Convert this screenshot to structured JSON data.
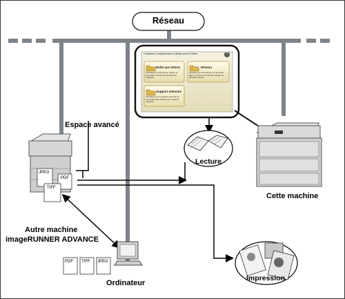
{
  "labels": {
    "network": "Réseau",
    "advanced_space": "Espace avancé",
    "this_machine": "Cette machine",
    "other_machine_line1": "Autre machine",
    "other_machine_line2": "imageRUNNER ADVANCE",
    "computer": "Ordinateur",
    "read": "Lecture",
    "print": "Impression"
  },
  "screen": {
    "title": "Choisissez l'emplacement à utiliser pour le fichier.",
    "help": "?",
    "button1_label": "Boîte aux lettres",
    "button1_desc": "Stockage de documents, lecture et impression de fichiers stockés sur l'appareil.",
    "button2_label": "Réseau",
    "button2_desc": "Stockage de documents et impression dans un serveur de fichiers réseau ou l'Espace avancé.",
    "button3_label": "Support mémoire",
    "button3_desc": "Stockage sur un support mémoire et impression des fichiers d'un support mémoire."
  },
  "file_types": {
    "advanced": [
      "JPEG",
      "PDF",
      "TIFF"
    ],
    "computer": [
      "PDF",
      "TIFF",
      "JPEG"
    ]
  }
}
